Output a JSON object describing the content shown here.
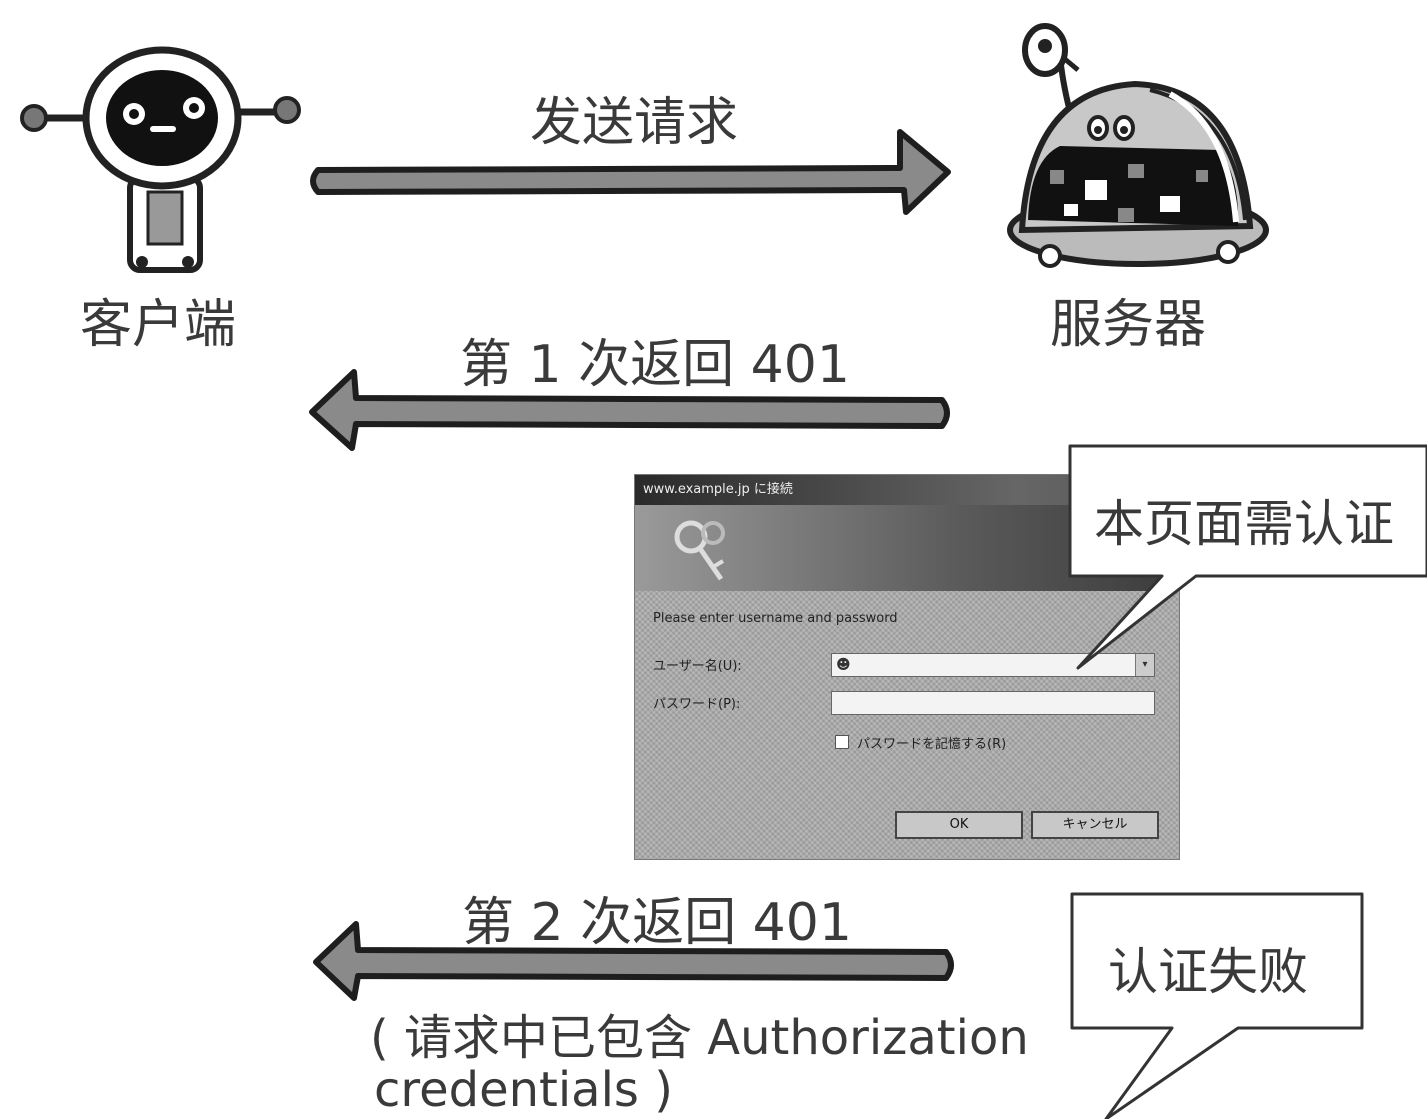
{
  "nodes": {
    "client_label": "客户端",
    "server_label": "服务器"
  },
  "messages": {
    "send_request": "发送请求",
    "first_401": "第 1 次返回 401",
    "second_401": "第 2 次返回 401",
    "second_note_line1": "( 请求中已包含 Authorization",
    "second_note_line2": "credentials )"
  },
  "callouts": {
    "auth_required": "本页面需认证",
    "auth_failed": "认证失败"
  },
  "dialog": {
    "title": "www.example.jp に接続",
    "prompt": "Please enter username and password",
    "username_label": "ユーザー名(U):",
    "password_label": "パスワード(P):",
    "remember_label": "パスワードを記憶する(R)",
    "ok_button": "OK",
    "cancel_button": "キャンセル"
  },
  "colors": {
    "arrow_fill": "#8a8a8a",
    "arrow_outline": "#1e1e1e",
    "text": "#3a3a3a"
  }
}
